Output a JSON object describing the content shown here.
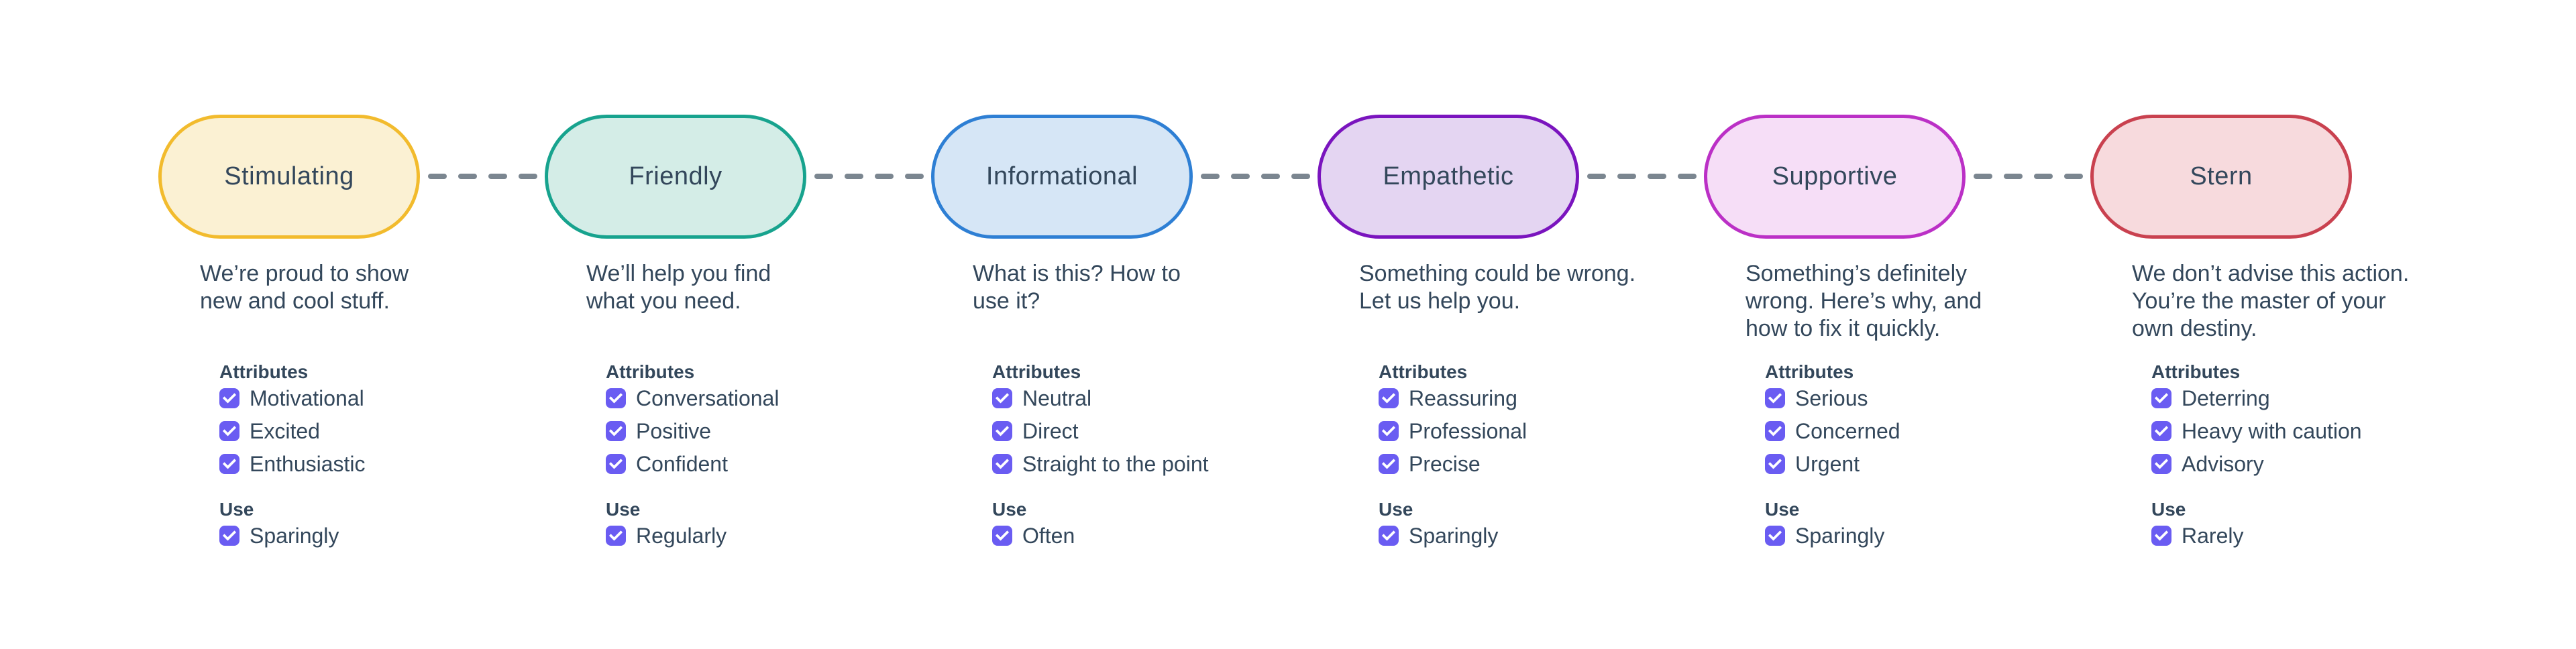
{
  "labels": {
    "attributes": "Attributes",
    "use": "Use"
  },
  "colors": {
    "background": "#FFFFFF",
    "text": "#33475B",
    "checkbox": "#6A5CF2",
    "checkmark": "#FFFFFF",
    "connector": "#7B8690"
  },
  "connector": {
    "style": "dashed",
    "dashes_between_nodes": 4
  },
  "tones": [
    {
      "name": "Stimulating",
      "fill": "#FBF1D3",
      "border": "#F2BB2D",
      "description": [
        "We’re proud to show",
        "new and cool stuff."
      ],
      "attributes": [
        "Motivational",
        "Excited",
        "Enthusiastic"
      ],
      "use": "Sparingly",
      "checked": true
    },
    {
      "name": "Friendly",
      "fill": "#D4EDE7",
      "border": "#17A38E",
      "description": [
        "We’ll help you find",
        "what you need."
      ],
      "attributes": [
        "Conversational",
        "Positive",
        "Confident"
      ],
      "use": "Regularly",
      "checked": true
    },
    {
      "name": "Informational",
      "fill": "#D6E6F6",
      "border": "#2E7FD4",
      "description": [
        "What is this? How to",
        "use it?"
      ],
      "attributes": [
        "Neutral",
        "Direct",
        "Straight to the point"
      ],
      "use": "Often",
      "checked": true
    },
    {
      "name": "Empathetic",
      "fill": "#E4D5F2",
      "border": "#7A14BE",
      "description": [
        "Something could be wrong.",
        "Let us help you."
      ],
      "attributes": [
        "Reassuring",
        "Professional",
        "Precise"
      ],
      "use": "Sparingly",
      "checked": true
    },
    {
      "name": "Supportive",
      "fill": "#F6DEF7",
      "border": "#BB30C6",
      "description": [
        "Something’s definitely",
        "wrong. Here’s why, and",
        "how to fix it quickly."
      ],
      "attributes": [
        "Serious",
        "Concerned",
        "Urgent"
      ],
      "use": "Sparingly",
      "checked": true
    },
    {
      "name": "Stern",
      "fill": "#F7DADD",
      "border": "#C9414F",
      "description": [
        "We don’t advise this action.",
        "You’re the master of your",
        "own destiny."
      ],
      "attributes": [
        "Deterring",
        "Heavy with caution",
        "Advisory"
      ],
      "use": "Rarely",
      "checked": true
    }
  ]
}
